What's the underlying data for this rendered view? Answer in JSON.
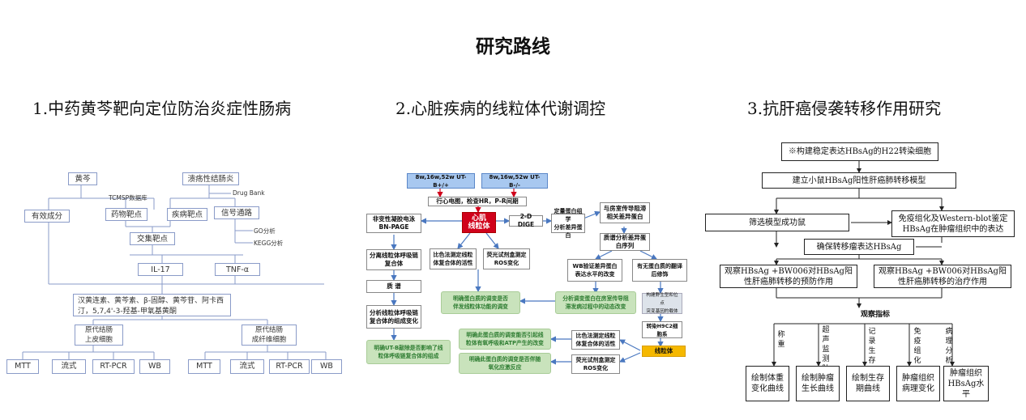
{
  "title": "研究路线",
  "sections": [
    {
      "label": "1.中药黄芩靶向定位防治炎症性肠病"
    },
    {
      "label": "2.心脏疾病的线粒体代谢调控"
    },
    {
      "label": "3.抗肝癌侵袭转移作用研究"
    }
  ],
  "panel1": {
    "huangqin": "黄芩",
    "ibd": "溃疡性结肠炎",
    "tcmsp": "TCMSP数据库",
    "drugbank": "Drug Bank",
    "youxiao": "有效成分",
    "yaowu": "药物靶点",
    "jibing": "疾病靶点",
    "xinhao": "信号通路",
    "jiaocha": "交集靶点",
    "go": "GO分析",
    "kegg": "KEGG分析",
    "il17": "IL-17",
    "tnf": "TNF-α",
    "compounds": "汉黄连素、黄芩素、β-固醇、黄芩苷、阿卡西汀，5,7,4'-3-羟基-甲氧基黄酮",
    "cell1": "原代结肠\n上皮细胞",
    "cell2": "原代结肠\n成纤维细胞",
    "assays1": [
      "MTT",
      "流式",
      "RT-PCR",
      "WB"
    ],
    "assays2": [
      "MTT",
      "流式",
      "RT-PCR",
      "WB"
    ]
  },
  "panel2": {
    "group1": "8w,16w,52w UT-B+/+",
    "group2": "8w,16w,52w UT-B-/-",
    "ecg": "行心电图，检查HR，P-R间期",
    "core": "心肌\n线粒体",
    "bnpage": "非变性凝胶电泳\nBN-PAGE",
    "dige": "2-D DIGE",
    "quant": "定量蛋白组学\n分析差异蛋白",
    "conduction": "与房室传导阻滞\n相关差异蛋白",
    "separate": "分离线粒体呼吸链\n复合体",
    "colorimetric": "比色法测定线粒\n体复合体的活性",
    "ros": "荧光试剂盒测定\nROS变化",
    "massspec_seq": "质谱分析差异蛋\n白序列",
    "wb_verify": "WB验证差异蛋白\n表达水平的改变",
    "ptm": "有无蛋白质的翻译\n后修饰",
    "massspec": "质  谱",
    "clarify_mito": "明确蛋白质的调变是否\n伴发线粒体功能的调变",
    "analyze_av": "分析调变蛋白在房室传导阻\n滞发病过程中的动态改变",
    "mouse_model": "构建野生型和位点\n突变基因的载体",
    "analyze_comp": "分析线粒体呼吸链\n复合体的组成变化",
    "transfect": "转染H9C2细胞系",
    "clarify_resp": "明确此蛋白质的调变能否引起线\n粒体有氧呼吸和ATP产生的改变",
    "colorimetric2": "比色法测定线粒\n体复合体的活性",
    "clarify_utb": "明确UT-B敲除是否影响了线\n粒体呼吸链复合体的组成",
    "mito": "线粒体",
    "clarify_ox": "明确此蛋白质的调变是否伴随\n氧化应激反应",
    "ros2": "荧光试剂盒测定\nROS变化"
  },
  "panel3": {
    "step1": "※构建稳定表达HBsAg的H22转染细胞",
    "step2": "建立小鼠HBsAg阳性肝癌肺转移模型",
    "screen": "筛选模型成功鼠",
    "ihc": "免疫组化及Western-blot鉴定HBsAg在肿瘤组织中的表达",
    "confirm": "确保转移瘤表达HBsAg",
    "prevent": "观察HBsAg +BW006对HBsAg阳性肝癌肺转移的预防作用",
    "treat": "观察HBsAg +BW006对HBsAg阳性肝癌肺转移的治疗作用",
    "indicators": "观察指标",
    "v1": "称重",
    "v2": "超声监测肿瘤体积",
    "v3": "记录生存时间",
    "v4": "免疫组化",
    "v5": "病理分析",
    "r1": "绘制体重变化曲线",
    "r2": "绘制肿瘤生长曲线",
    "r3": "绘制生存期曲线",
    "r4": "肿瘤组织病理变化",
    "r5": "肿瘤组织HBsAg水平"
  }
}
